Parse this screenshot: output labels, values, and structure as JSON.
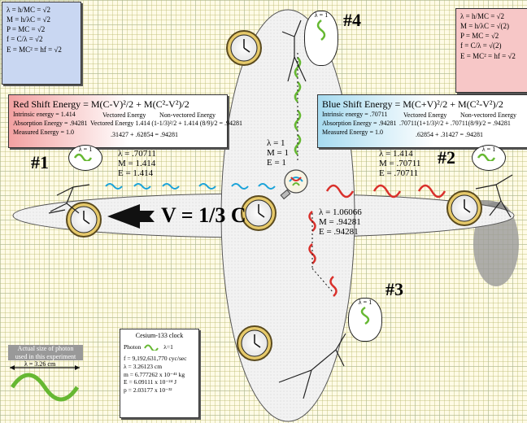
{
  "formula_box_left": {
    "lines": [
      "λ = h/MC = √2",
      "M = h/λC = √2",
      "P = MC = √2",
      "f = C/λ = √2",
      "E = MC² = hf = √2"
    ]
  },
  "formula_box_right": {
    "lines": [
      "λ = h/MC = √2",
      "M = h/λC = √(2)",
      "P = MC = √2",
      "f = C/λ = √(2)",
      "E = MC² = hf = √2"
    ]
  },
  "red_shift": {
    "title": "Red Shift Energy = M(C-V)²/2 + M(C²-V²)/2",
    "intrinsic": "Intrinsic energy = 1.414",
    "absorption": "Absorption Energy = .94281",
    "measured": "Measured Energy = 1.0",
    "vectored": "Vectored Energy  1.414 (1-1/3)²/2 + 1.414 (8/9)/2 = .94281",
    "sum": ".31427 + .62854 = .94281",
    "col_vectored": "Vectored Energy",
    "col_nonvectored": "Non-vectored Energy"
  },
  "blue_shift": {
    "title": "Blue Shift Energy = M(C+V)²/2 + M(C²-V²)/2",
    "intrinsic": "Intrinsic energy = .70711",
    "absorption": "Absorption Energy = .94281",
    "measured": "Measured Energy = 1.0",
    "vectored": ".70711(1+1/3)²/2 + .70711(8/9)/2 = .94281",
    "sum": ".62854 + .31427 = .94281",
    "col_vectored": "Vectored Energy",
    "col_nonvectored": "Non-vectored Energy"
  },
  "labels": {
    "observer1": "#1",
    "observer2": "#2",
    "observer3": "#3",
    "observer4": "#4",
    "lambda_eq_1": "λ = 1",
    "velocity": "V = 1/3 C"
  },
  "values_left": {
    "l": "λ = .70711",
    "m": "M = 1.414",
    "e": "E = 1.414"
  },
  "values_right": {
    "l": "λ = 1.414",
    "m": "M = .70711",
    "e": "E = .70711"
  },
  "values_top": {
    "l": "λ = 1",
    "m": "M = 1",
    "e": "E = 1"
  },
  "values_down": {
    "l": "λ = 1.06066",
    "m": "M = .94281",
    "e": "E = .94281"
  },
  "photon_size": {
    "label1": "Actual size of photon",
    "label2": "used in this experiment",
    "label3": "λ = 3.26 cm"
  },
  "cesium": {
    "title": "Cesium-133 clock",
    "photon": "Photon",
    "lambda": "λ=1",
    "f": "f = 9,192,631,770 cyc/sec",
    "l": "λ = 3.26123 cm",
    "m": "m = 6.777262 x 10⁻⁴¹ kg",
    "e": "E = 6.09111 x 10⁻²⁴ J",
    "p": "p = 2.03177 x 10⁻³²"
  },
  "colors": {
    "red": "#d9302b",
    "blue": "#1aa3d9",
    "green": "#66b832",
    "orange": "#e0642a"
  }
}
